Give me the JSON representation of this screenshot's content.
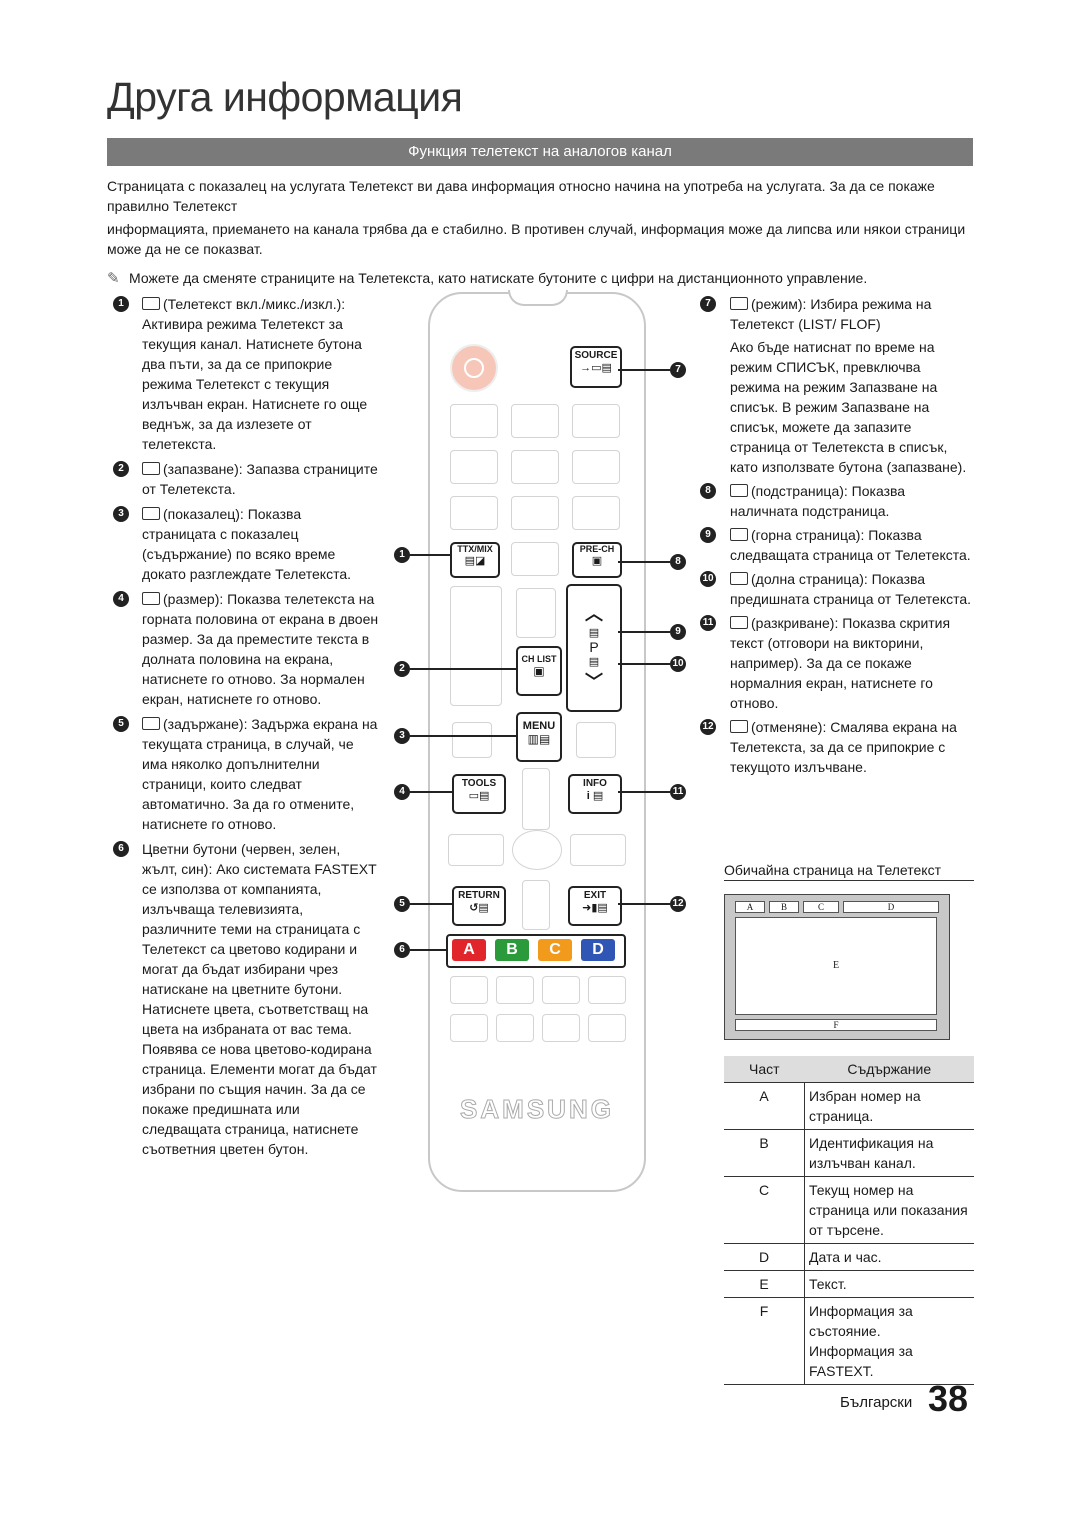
{
  "page": {
    "title": "Друга информация",
    "section_title": "Функция телетекст на аналогов канал",
    "intro_1": "Страницата с показалец на услугата Телетекст ви дава информация относно начина на употреба на услугата. За да се покаже правилно Телетекст",
    "intro_2": "информацията, приемането на канала трябва да е стабилно. В противен случай, информация може да липсва или някои страници може да не се показват.",
    "note": "Можете да сменяте страниците на Телетекста, като натискате бутоните с цифри на дистанционното управление.",
    "language": "Български",
    "page_number": "38"
  },
  "left_items": [
    {
      "n": "1",
      "text": "(Телетекст вкл./микс./изкл.): Активира режима Телетекст за текущия канал. Натиснете бутона два пъти, за да се припокрие режима Телетекст с текущия излъчван екран. Натиснете го още веднъж, за да излезете от телетекста."
    },
    {
      "n": "2",
      "text": "(запазване): Запазва страниците от Телетекста."
    },
    {
      "n": "3",
      "text": "(показалец): Показва страницата с показалец (съдържание) по всяко време докато разглеждате Телетекста."
    },
    {
      "n": "4",
      "text": "(размер): Показва телетекста на горната половина от екрана в двоен размер. За да преместите текста в долната половина на екрана, натиснете го отново. За нормален екран, натиснете го отново."
    },
    {
      "n": "5",
      "text": "(задържане): Задържа екрана на текущата страница, в случай, че има няколко допълнителни страници, които следват автоматично. За да го отмените, натиснете го отново."
    },
    {
      "n": "6",
      "text": "Цветни бутони (червен, зелен, жълт, син): Ако системата FASTEXT се използва от компанията, излъчваща телевизията, различните теми на страницата с Телетекст са цветово кодирани и могат да бъдат избирани чрез натискане на цветните бутони. Натиснете цвета, съответстващ на цвета на избраната от вас тема. Появява се нова цветово-кодирана страница. Елементи могат да бъдат избрани по същия начин. За да се покаже предишната или следващата страница, натиснете съответния цветен бутон."
    }
  ],
  "right_items": [
    {
      "n": "7",
      "text": "(режим): Избира режима на Телетекст (LIST/ FLOF)",
      "extra": "Ако бъде натиснат по време на режим СПИСЪК, превключва режима на режим Запазване на списък. В режим Запазване на списък, можете да запазите страница от Телетекста в списък, като използвате бутона (запазване)."
    },
    {
      "n": "8",
      "text": "(подстраница): Показва наличната подстраница."
    },
    {
      "n": "9",
      "text": "(горна страница): Показва следващата страница от Телетекста."
    },
    {
      "n": "10",
      "text": "(долна страница): Показва предишната страница от Телетекста."
    },
    {
      "n": "11",
      "text": "(разкриване): Показва скрития текст (отговори на викторини, например). За да се покаже нормалния екран, натиснете го отново."
    },
    {
      "n": "12",
      "text": "(отменяне): Смалява екрана на Телетекста, за да се припокрие с текущото излъчване."
    }
  ],
  "teletext_page": {
    "caption": "Обичайна страница на Телетекст",
    "labels": [
      "A",
      "B",
      "C",
      "D",
      "E",
      "F"
    ]
  },
  "remote": {
    "source": "SOURCE",
    "ttx": "TTX/MIX",
    "prech": "PRE-CH",
    "chlist": "CH LIST",
    "p": "P",
    "menu": "MENU",
    "tools": "TOOLS",
    "info": "INFO",
    "return": "RETURN",
    "exit": "EXIT",
    "brand": "SAMSUNG",
    "colors": [
      {
        "label": "A",
        "color": "#e0262b"
      },
      {
        "label": "B",
        "color": "#2a9a3a"
      },
      {
        "label": "C",
        "color": "#f29a1c"
      },
      {
        "label": "D",
        "color": "#2f56b5"
      }
    ]
  },
  "table": {
    "headers": [
      "Част",
      "Съдържание"
    ],
    "rows": [
      {
        "k": "A",
        "v": "Избран номер на страница."
      },
      {
        "k": "B",
        "v": "Идентификация на излъчван канал."
      },
      {
        "k": "C",
        "v": "Текущ номер на страница или показания от търсене."
      },
      {
        "k": "D",
        "v": "Дата и час."
      },
      {
        "k": "E",
        "v": "Текст."
      },
      {
        "k": "F",
        "v": "Информация за състояние. Информация за FASTEXT."
      }
    ]
  }
}
